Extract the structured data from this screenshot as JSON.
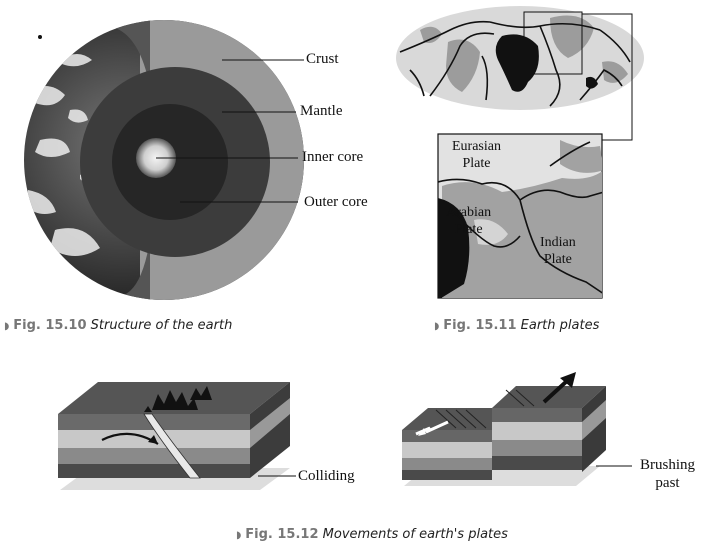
{
  "earth_structure": {
    "labels": [
      "Crust",
      "Mantle",
      "Inner core",
      "Outer core"
    ],
    "caption_number": "Fig. 15.10",
    "caption_title": "Structure of the earth"
  },
  "earth_plates": {
    "labels": {
      "eurasian": [
        "Eurasian",
        "Plate"
      ],
      "arabian": [
        "Arabian",
        "Plate"
      ],
      "indian": [
        "Indian",
        "Plate"
      ]
    },
    "caption_number": "Fig. 15.11",
    "caption_title": "Earth plates"
  },
  "plate_movements": {
    "colliding_label": "Colliding",
    "brushing_label": [
      "Brushing",
      "past"
    ],
    "caption_number": "Fig. 15.12",
    "caption_title": "Movements of earth's plates"
  }
}
